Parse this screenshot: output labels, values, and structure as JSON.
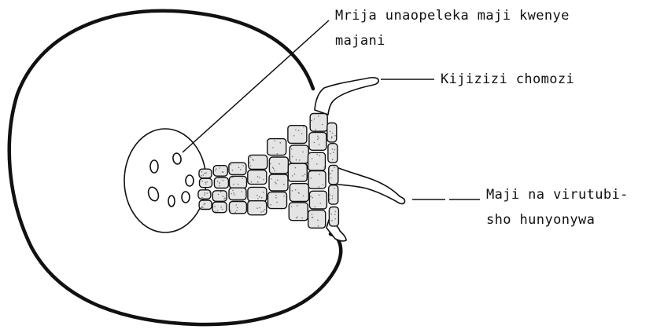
{
  "labels": {
    "vascular": {
      "line1": "Mrija unaopeleka maji kwenye",
      "line2": "majani"
    },
    "root_hair": "Kijizizi chomozi",
    "absorption": {
      "line1": "Maji na virutubi-",
      "line2": "sho hunyonywa"
    }
  },
  "colors": {
    "ink": "#111111",
    "cell_fill": "#e4e4e4",
    "background": "#ffffff"
  }
}
